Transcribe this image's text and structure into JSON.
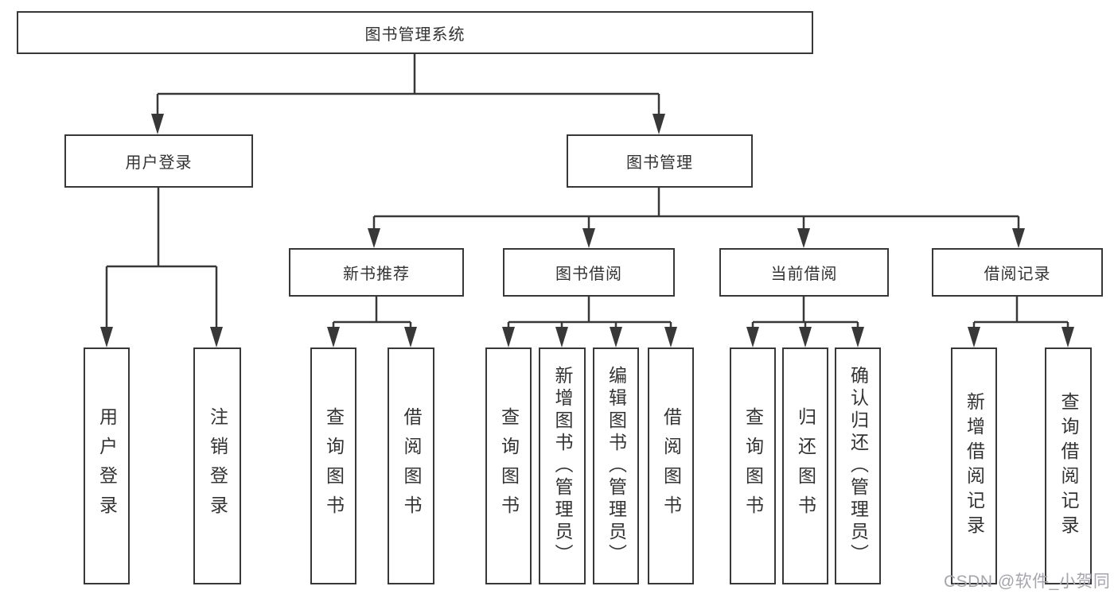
{
  "diagram": {
    "root": {
      "label": "图书管理系统"
    },
    "level2": {
      "user_login": {
        "label": "用户登录"
      },
      "book_mgmt": {
        "label": "图书管理"
      }
    },
    "level3": {
      "new_book_rec": {
        "label": "新书推荐"
      },
      "book_borrow": {
        "label": "图书借阅"
      },
      "current_borrow": {
        "label": "当前借阅"
      },
      "borrow_record": {
        "label": "借阅记录"
      }
    },
    "leaves": {
      "user_login": [
        "用户登录",
        "注销登录"
      ],
      "new_book_rec": [
        "查询图书",
        "借阅图书"
      ],
      "book_borrow": [
        "查询图书",
        "新增图书（管理员）",
        "编辑图书（管理员）",
        "借阅图书"
      ],
      "current_borrow": [
        "查询图书",
        "归还图书",
        "确认归还（管理员）"
      ],
      "borrow_record": [
        "新增借阅记录",
        "查询借阅记录"
      ]
    }
  },
  "watermark": {
    "text": "CSDN @软件_小贺同学"
  },
  "colors": {
    "line": "#383838",
    "text": "#333333",
    "watermark": "#a5a5ad",
    "background": "#ffffff"
  }
}
